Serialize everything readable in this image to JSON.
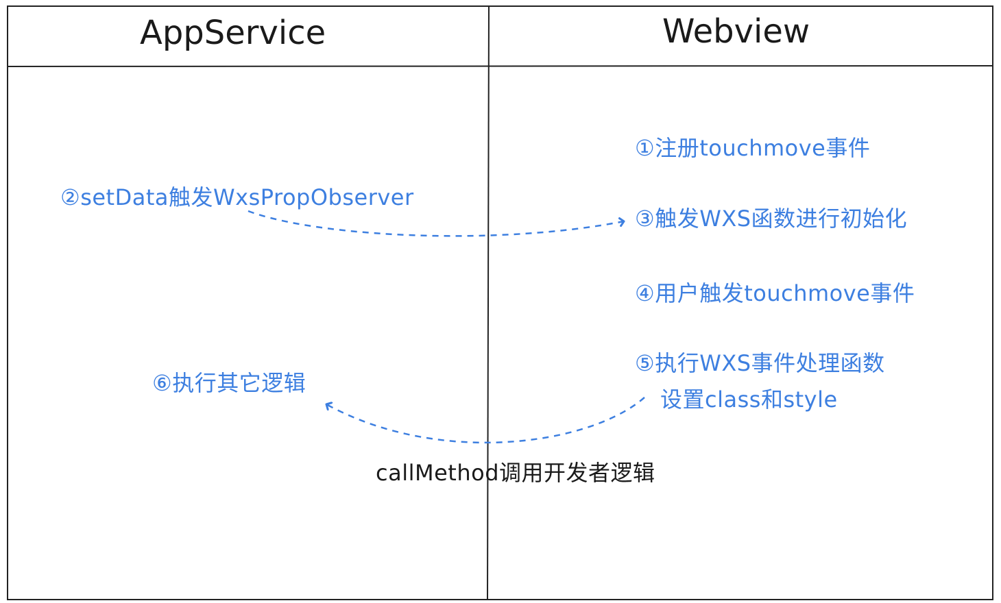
{
  "headers": {
    "left": "AppService",
    "right": "Webview"
  },
  "steps": {
    "s1": "①注册touchmove事件",
    "s2": "②setData触发WxsPropObserver",
    "s3": "③触发WXS函数进行初始化",
    "s4": "④用户触发touchmove事件",
    "s5_line1": "⑤执行WXS事件处理函数",
    "s5_line2": "设置class和style",
    "s6": "⑥执行其它逻辑"
  },
  "edge_label": "callMethod调用开发者逻辑",
  "colors": {
    "line": "#222222",
    "accent": "#3d7fe0",
    "text": "#1a1a1a"
  }
}
